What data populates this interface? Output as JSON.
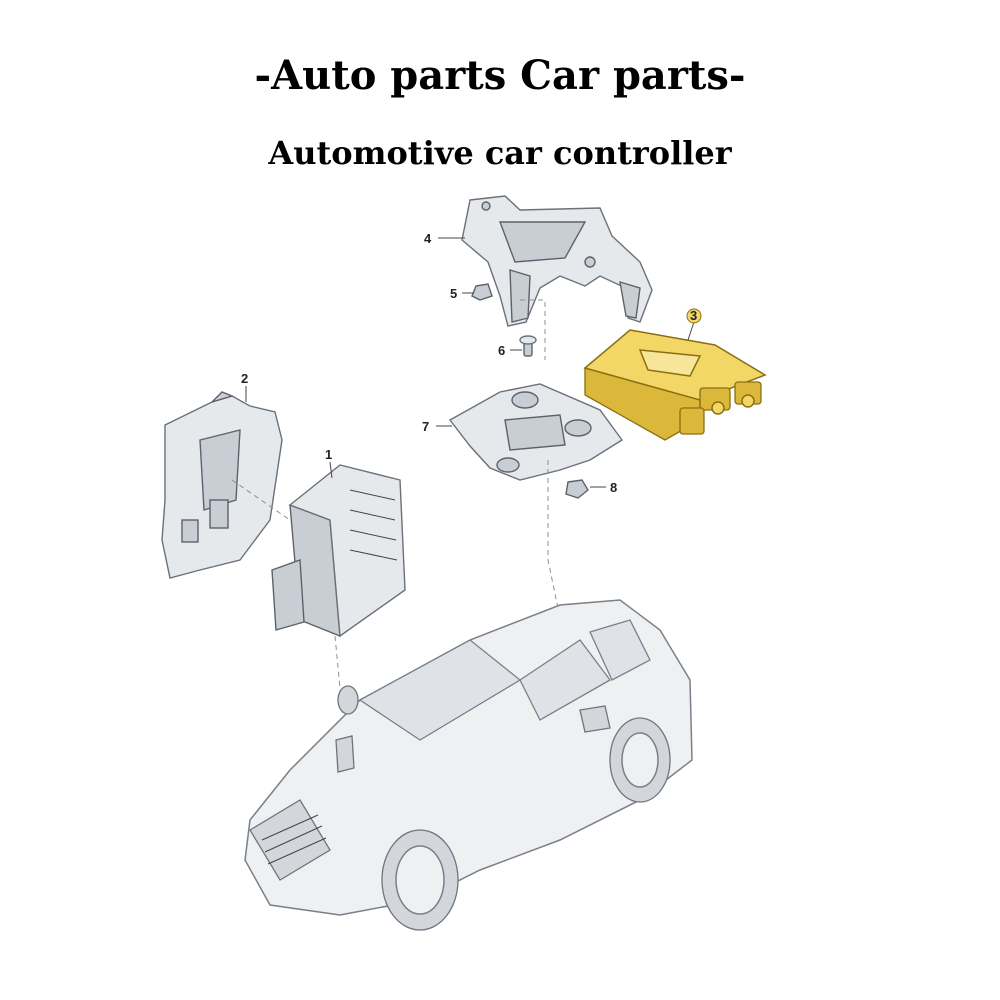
{
  "header": {
    "title": "-Auto parts Car parts-",
    "subtitle": "Automotive car controller"
  },
  "callouts": [
    {
      "id": "1",
      "label": "1"
    },
    {
      "id": "2",
      "label": "2"
    },
    {
      "id": "3",
      "label": "3"
    },
    {
      "id": "4",
      "label": "4"
    },
    {
      "id": "5",
      "label": "5"
    },
    {
      "id": "6",
      "label": "6"
    },
    {
      "id": "7",
      "label": "7"
    },
    {
      "id": "8",
      "label": "8"
    }
  ],
  "colors": {
    "highlight_part": "#f2d766",
    "part_fill": "#e6e9ec",
    "outline": "#6b7079"
  }
}
